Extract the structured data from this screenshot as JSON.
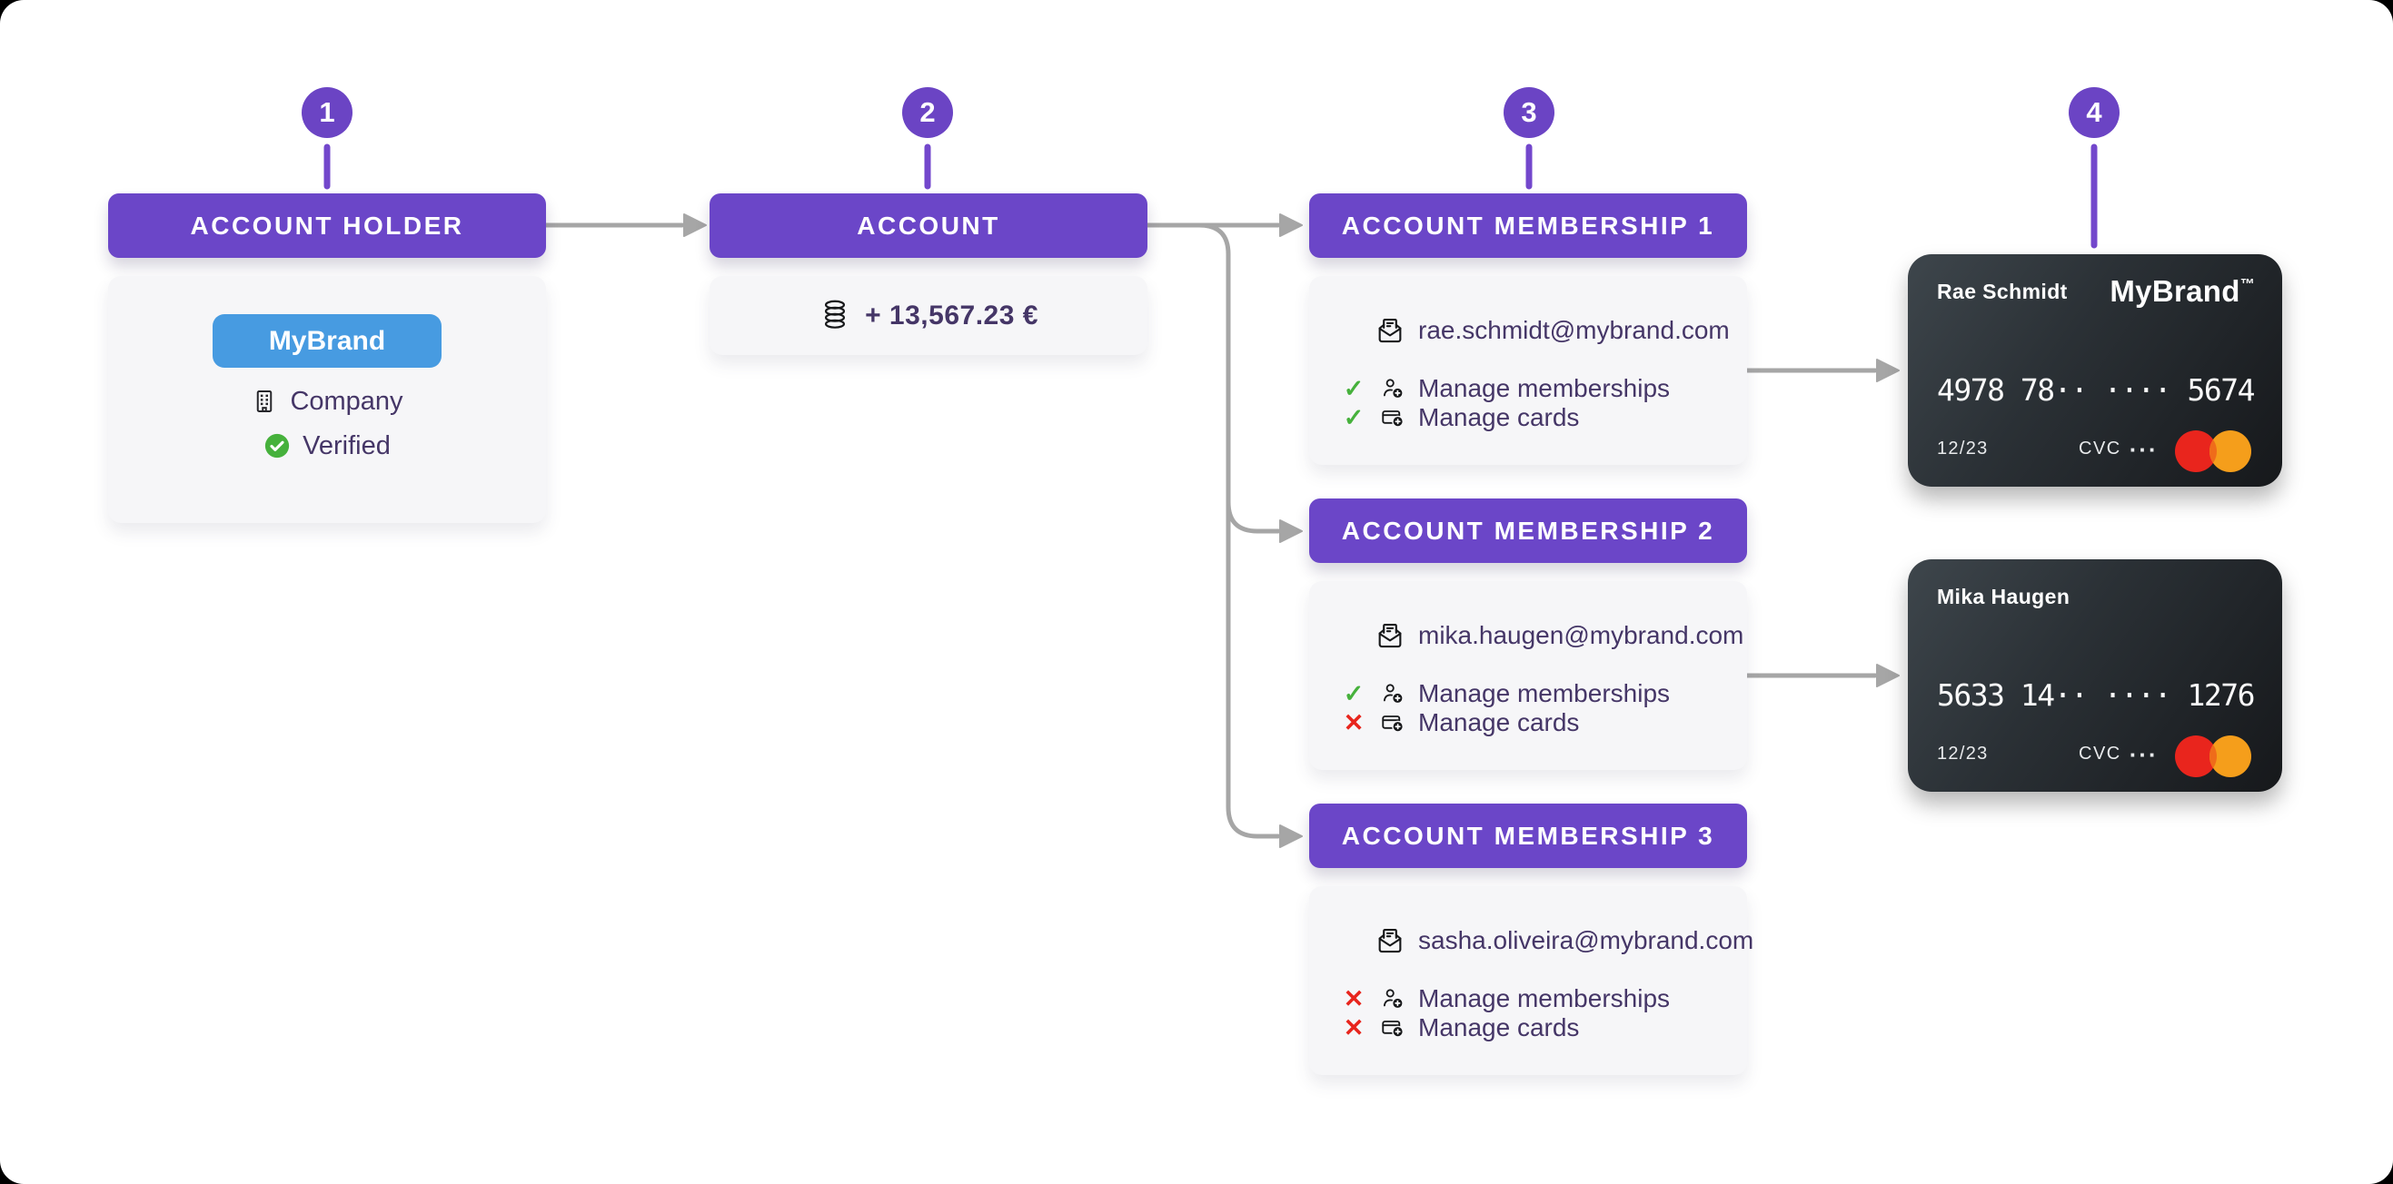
{
  "steps": [
    {
      "number": "1"
    },
    {
      "number": "2"
    },
    {
      "number": "3"
    },
    {
      "number": "4"
    }
  ],
  "account_holder": {
    "title": "ACCOUNT HOLDER",
    "brand_badge": "MyBrand",
    "type_label": "Company",
    "status_label": "Verified"
  },
  "account": {
    "title": "ACCOUNT",
    "balance": "+ 13,567.23 €"
  },
  "memberships": [
    {
      "title": "ACCOUNT MEMBERSHIP 1",
      "email": "rae.schmidt@mybrand.com",
      "permissions": [
        {
          "label": "Manage memberships",
          "status": "allowed",
          "mark": "✓"
        },
        {
          "label": "Manage cards",
          "status": "allowed",
          "mark": "✓"
        }
      ]
    },
    {
      "title": "ACCOUNT MEMBERSHIP 2",
      "email": "mika.haugen@mybrand.com",
      "permissions": [
        {
          "label": "Manage memberships",
          "status": "allowed",
          "mark": "✓"
        },
        {
          "label": "Manage cards",
          "status": "denied",
          "mark": "✕"
        }
      ]
    },
    {
      "title": "ACCOUNT MEMBERSHIP 3",
      "email": "sasha.oliveira@mybrand.com",
      "permissions": [
        {
          "label": "Manage memberships",
          "status": "denied",
          "mark": "✕"
        },
        {
          "label": "Manage cards",
          "status": "denied",
          "mark": "✕"
        }
      ]
    }
  ],
  "cards": [
    {
      "holder": "Rae Schmidt",
      "brand": "MyBrand",
      "brand_tm": "™",
      "number": "4978 78·· ···· 5674",
      "expiry": "12/23",
      "cvc_label": "CVC",
      "cvc_dots": "···"
    },
    {
      "holder": "Mika Haugen",
      "brand": "",
      "number": "5633 14·· ···· 1276",
      "expiry": "12/23",
      "cvc_label": "CVC",
      "cvc_dots": "···"
    }
  ],
  "icons": {
    "company": "building-icon",
    "verified": "check-circle-icon",
    "balance": "coins-icon",
    "email": "open-envelope-icon",
    "manage_memberships": "person-add-icon",
    "manage_cards": "card-add-icon",
    "card_network": "mastercard-circles-icon",
    "allowed_glyph": "✓",
    "denied_glyph": "✕"
  },
  "colors": {
    "accent_purple": "#6b46c8",
    "stem_purple": "#7347cc",
    "brand_blue": "#479be1",
    "success_green": "#46b13c",
    "danger_red": "#e8251d",
    "connector_gray": "#a6a6a6",
    "text_indigo": "#453667",
    "panel_light": "#f6f6f8",
    "bank_card_dark_start": "#3e464c",
    "bank_card_dark_end": "#16181b",
    "mastercard_red": "#e9251d",
    "mastercard_orange": "#f59e1b"
  }
}
